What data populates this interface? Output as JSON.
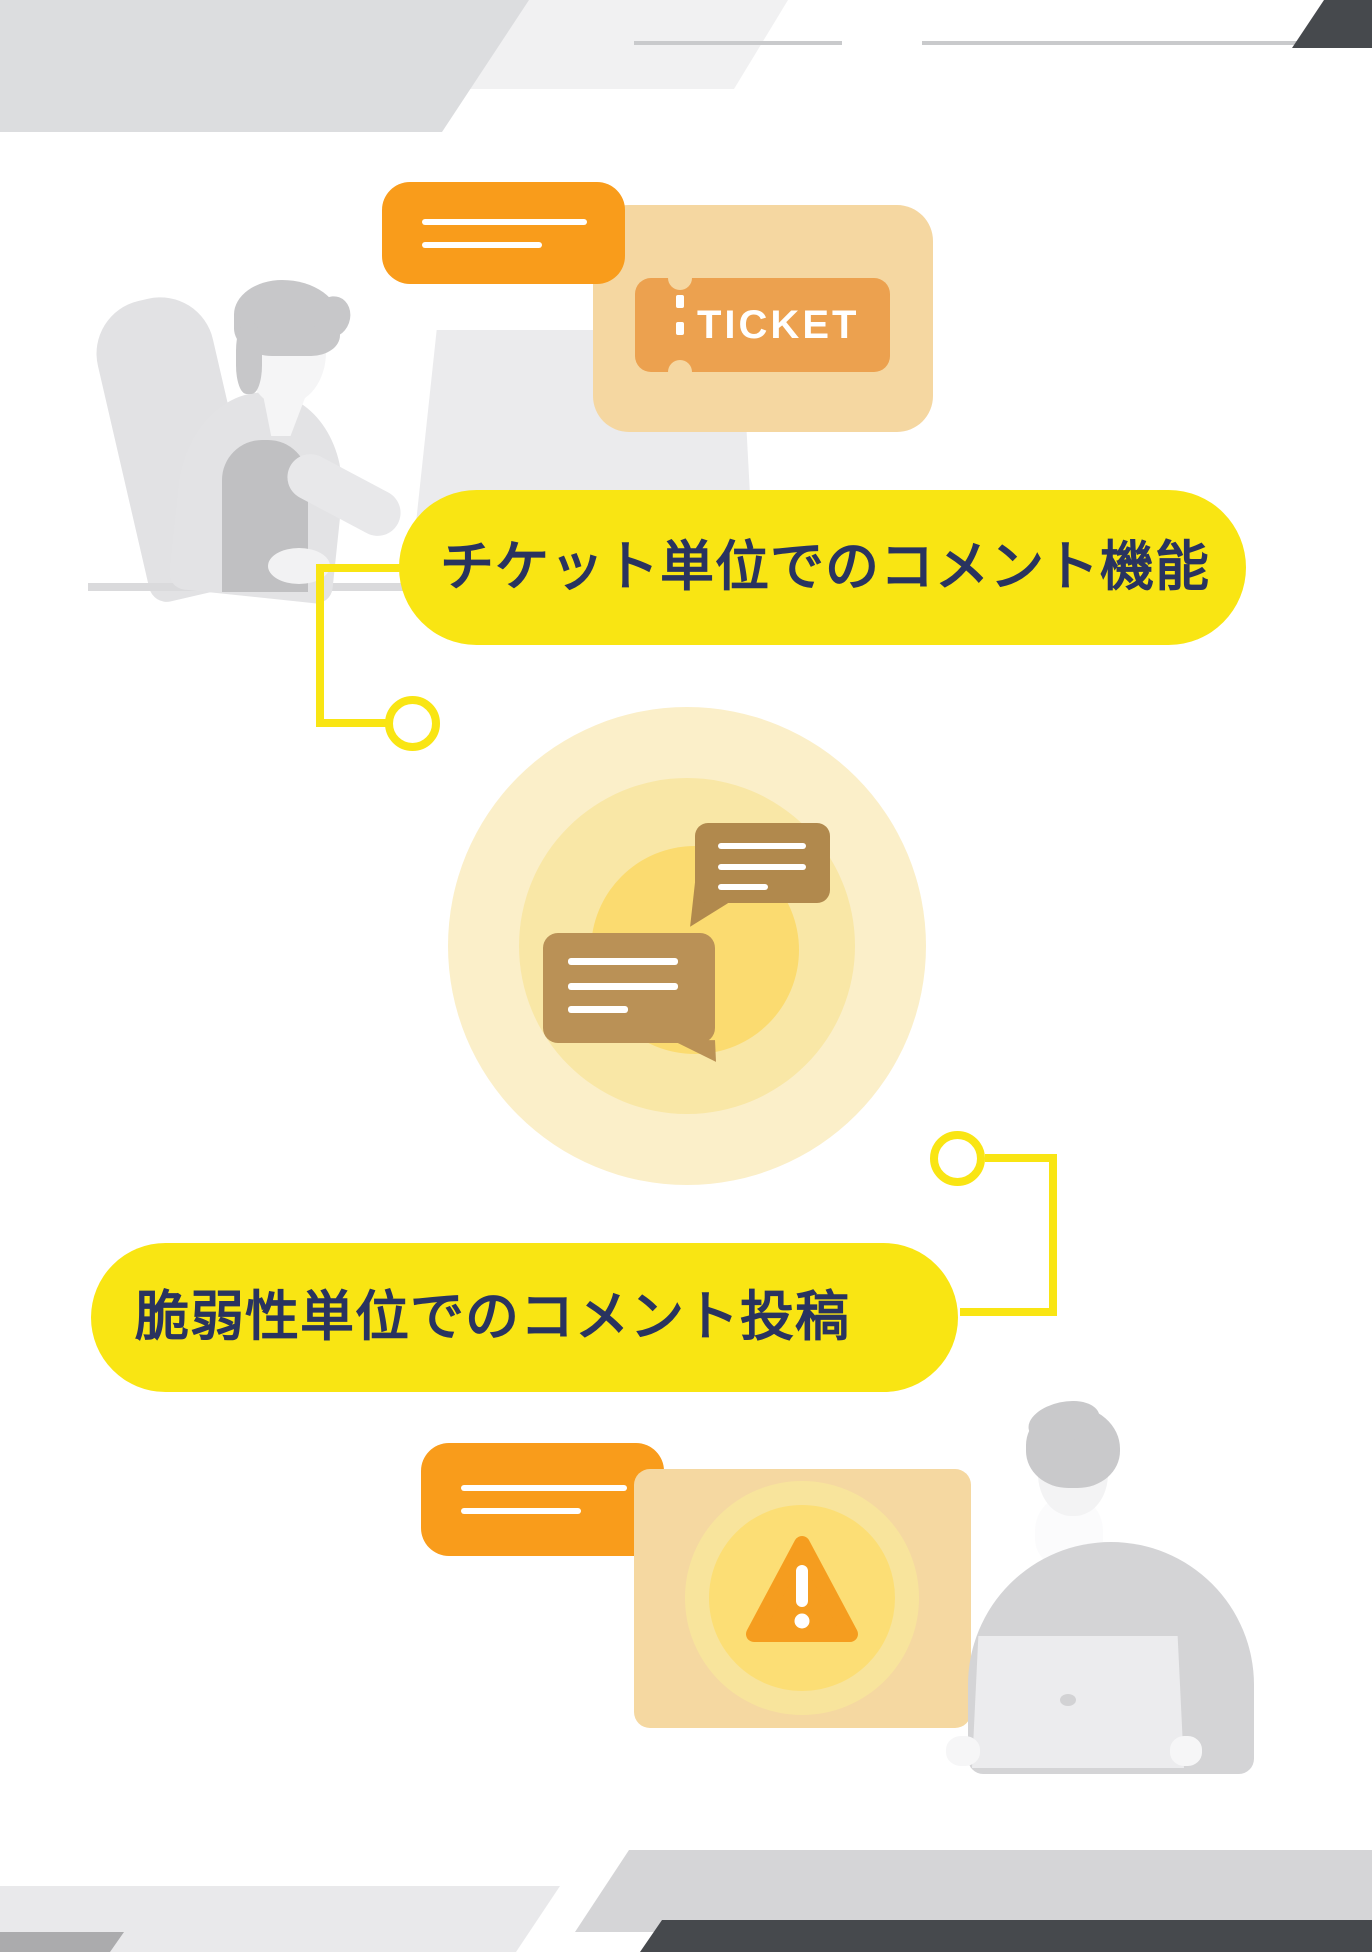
{
  "illustration": {
    "title_banner_top": {
      "label": "チケット単位でのコメント機能"
    },
    "title_banner_bottom": {
      "label": "脆弱性単位でのコメント投稿"
    },
    "ticket_card": {
      "label": "TICKET"
    },
    "icons": {
      "top_speech_bubble": "speech-bubble-icon",
      "ticket": "ticket-icon",
      "chat_conversation": "chat-bubbles-icon",
      "bottom_speech_bubble": "speech-bubble-icon",
      "warning": "warning-triangle-icon"
    },
    "colors": {
      "accent_yellow": "#F9E513",
      "accent_orange": "#F99C1B",
      "tan_card": "#F5D7A1",
      "ticket_orange": "#ECA14F",
      "chat_brown_dark": "#B1894D",
      "chat_brown_light": "#BA9156",
      "text_navy": "#29335F",
      "warning_orange": "#F59D1F",
      "corner_gray": "#dcdddf",
      "corner_dark": "#46494d"
    }
  }
}
